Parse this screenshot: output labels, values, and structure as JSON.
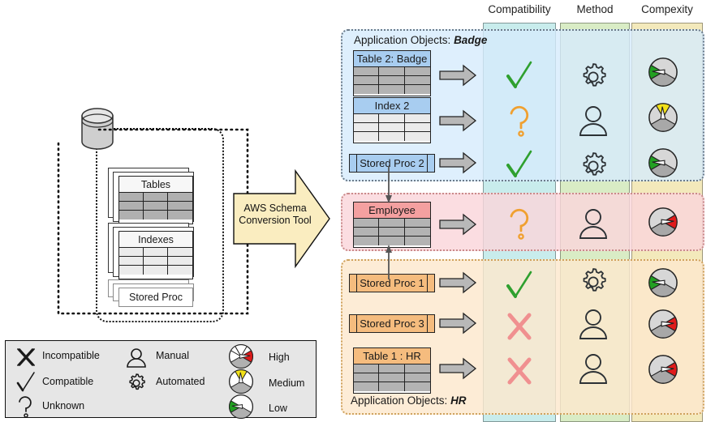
{
  "columns": {
    "compatibility": {
      "label": "Compatibility",
      "color": "#c8ecec"
    },
    "method": {
      "label": "Method",
      "color": "#d9ecc5"
    },
    "complexity": {
      "label": "Compexity",
      "color": "#f3e9bb"
    }
  },
  "source": {
    "db_icon": "database-cylinder-icon",
    "cards": [
      {
        "title": "Tables",
        "style": "dark"
      },
      {
        "title": "Indexes",
        "style": "light"
      },
      {
        "title": "Stored Proc",
        "style": "plain"
      }
    ]
  },
  "tool": {
    "line1": "AWS Schema",
    "line2": "Conversion Tool",
    "fill": "#faedc0"
  },
  "groups": [
    {
      "id": "badge",
      "label_prefix": "Application Objects: ",
      "label_name": "Badge",
      "fill": "#d6ebfc",
      "border": "#6b7a89"
    },
    {
      "id": "employee",
      "label_prefix": "",
      "label_name": "",
      "fill": "#fad6db",
      "border": "#c98a8a"
    },
    {
      "id": "hr",
      "label_prefix": "Application Objects: ",
      "label_name": "HR",
      "fill": "#fce8cd",
      "border": "#cfa25d"
    }
  ],
  "rows": [
    {
      "object": "Table 2: Badge",
      "type": "table",
      "header_color": "#a8cdf0",
      "cells": "gray",
      "compatibility": "Compatible",
      "compat_icon": "check-icon",
      "compat_color": "#2fa02f",
      "method": "Automated",
      "method_icon": "gear-icon",
      "complexity": "Low",
      "complexity_color": "#22a022"
    },
    {
      "object": "Index 2",
      "type": "table",
      "header_color": "#a8cdf0",
      "cells": "light",
      "compatibility": "Unknown",
      "compat_icon": "question-icon",
      "compat_color": "#f0a030",
      "method": "Manual",
      "method_icon": "person-icon",
      "complexity": "Medium",
      "complexity_color": "#f2e118"
    },
    {
      "object": "Stored Proc 2",
      "type": "proc",
      "header_color": "#a8cdf0",
      "cells": "",
      "compatibility": "Compatible",
      "compat_icon": "check-icon",
      "compat_color": "#2fa02f",
      "method": "Automated",
      "method_icon": "gear-icon",
      "complexity": "Low",
      "complexity_color": "#22a022"
    },
    {
      "object": "Employee",
      "type": "table",
      "header_color": "#f4a0a0",
      "cells": "gray",
      "compatibility": "Unknown",
      "compat_icon": "question-icon",
      "compat_color": "#f0a030",
      "method": "Manual",
      "method_icon": "person-icon",
      "complexity": "High",
      "complexity_color": "#e01b1b"
    },
    {
      "object": "Stored Proc 1",
      "type": "proc",
      "header_color": "#f5bc7e",
      "cells": "",
      "compatibility": "Compatible",
      "compat_icon": "check-icon",
      "compat_color": "#2fa02f",
      "method": "Automated",
      "method_icon": "gear-icon",
      "complexity": "Low",
      "complexity_color": "#22a022"
    },
    {
      "object": "Stored Proc 3",
      "type": "proc",
      "header_color": "#f5bc7e",
      "cells": "",
      "compatibility": "Incompatible",
      "compat_icon": "x-icon",
      "compat_color": "#f09090",
      "method": "Manual",
      "method_icon": "person-icon",
      "complexity": "High",
      "complexity_color": "#e01b1b"
    },
    {
      "object": "Table 1 : HR",
      "type": "table",
      "header_color": "#f5bc7e",
      "cells": "gray",
      "compatibility": "Incompatible",
      "compat_icon": "x-icon",
      "compat_color": "#f09090",
      "method": "Manual",
      "method_icon": "person-icon",
      "complexity": "High",
      "complexity_color": "#e01b1b"
    }
  ],
  "legend": {
    "compatibility": [
      {
        "icon": "x-icon",
        "label": "Incompatible"
      },
      {
        "icon": "check-icon",
        "label": "Compatible"
      },
      {
        "icon": "question-icon",
        "label": "Unknown"
      }
    ],
    "method": [
      {
        "icon": "person-icon",
        "label": "Manual"
      },
      {
        "icon": "gear-icon",
        "label": "Automated"
      }
    ],
    "complexity": [
      {
        "icon": "gauge-high-icon",
        "label": "High",
        "color": "#e01b1b"
      },
      {
        "icon": "gauge-medium-icon",
        "label": "Medium",
        "color": "#f2e118"
      },
      {
        "icon": "gauge-low-icon",
        "label": "Low",
        "color": "#22a022"
      }
    ]
  }
}
